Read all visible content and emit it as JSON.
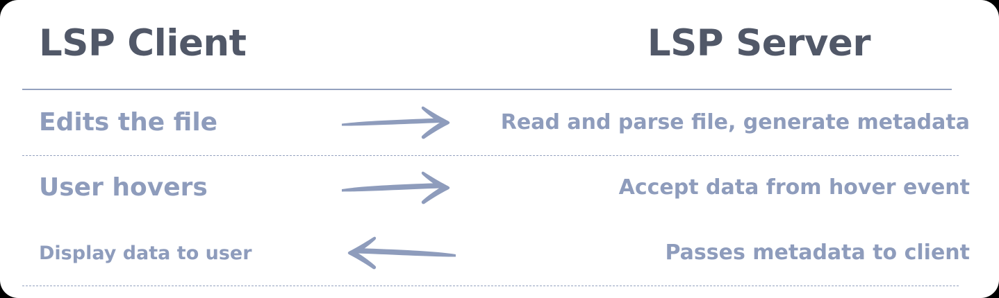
{
  "diagram": {
    "type": "sequence-table",
    "title_left": "LSP Client",
    "title_right": "LSP Server",
    "colors": {
      "heading": "#515868",
      "body_text": "#8e9cbc",
      "arrow": "#8e9cbc",
      "rule": "#93a1be",
      "card_bg": "#ffffff"
    },
    "rows": [
      {
        "left": "Edits the file",
        "arrow": "arrow-right-icon",
        "direction": "right",
        "right": "Read and parse file, generate metadata"
      },
      {
        "left": "User hovers",
        "arrow": "arrow-right-icon",
        "direction": "right",
        "right": "Accept data from hover event"
      },
      {
        "left": "Display data to user",
        "arrow": "arrow-left-icon",
        "direction": "left",
        "right": "Passes metadata to client"
      }
    ]
  }
}
